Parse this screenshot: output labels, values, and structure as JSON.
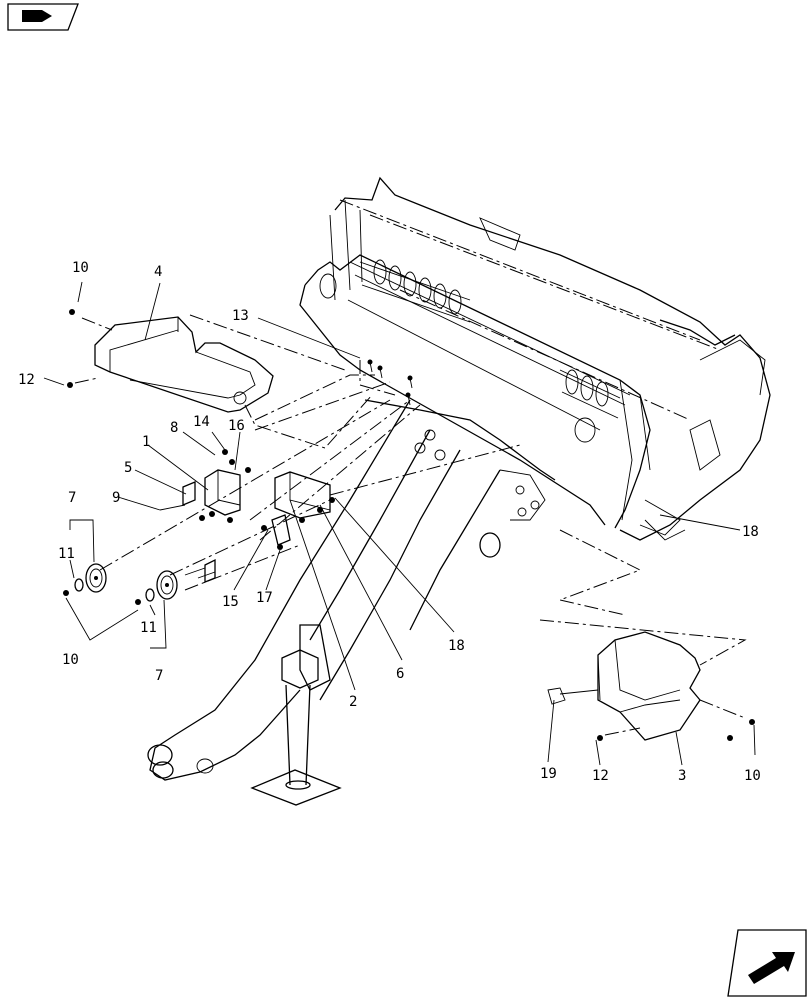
{
  "nav": {
    "top_icon": "book-arrow-icon",
    "bottom_icon": "next-page-arrow-icon"
  },
  "callouts": {
    "c10a": "10",
    "c4": "4",
    "c12a": "12",
    "c13": "13",
    "c1": "1",
    "c8": "8",
    "c14": "14",
    "c16": "16",
    "c5": "5",
    "c9": "9",
    "c7a": "7",
    "c11a": "11",
    "c10b": "10",
    "c11b": "11",
    "c7b": "7",
    "c15": "15",
    "c17": "17",
    "c2": "2",
    "c6": "6",
    "c18a": "18",
    "c18b": "18",
    "c19": "19",
    "c12b": "12",
    "c3": "3",
    "c10c": "10"
  }
}
